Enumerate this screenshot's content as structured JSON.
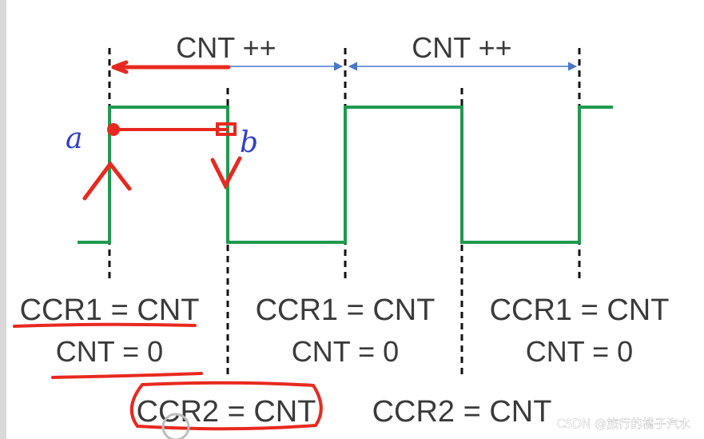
{
  "header": {
    "cnt_increment_1": "CNT ++",
    "cnt_increment_2": "CNT ++"
  },
  "columns": [
    {
      "ccr1": "CCR1 = CNT",
      "cnt_reset": "CNT = 0"
    },
    {
      "ccr1": "CCR1 = CNT",
      "cnt_reset": "CNT = 0"
    },
    {
      "ccr1": "CCR1 = CNT",
      "cnt_reset": "CNT = 0"
    }
  ],
  "ccr2": [
    "CCR2 = CNT",
    "CCR2 = CNT"
  ],
  "annotations": {
    "point_a": "a",
    "point_b": "b"
  },
  "watermark": "CSDN @旅行的橘子汽水",
  "colors": {
    "signal": "#1f9a4e",
    "arrow": "#4a77c9",
    "annotation_red": "#e8291f",
    "annotation_blue": "#2e3fd0",
    "marker_dashed": "#111111"
  }
}
